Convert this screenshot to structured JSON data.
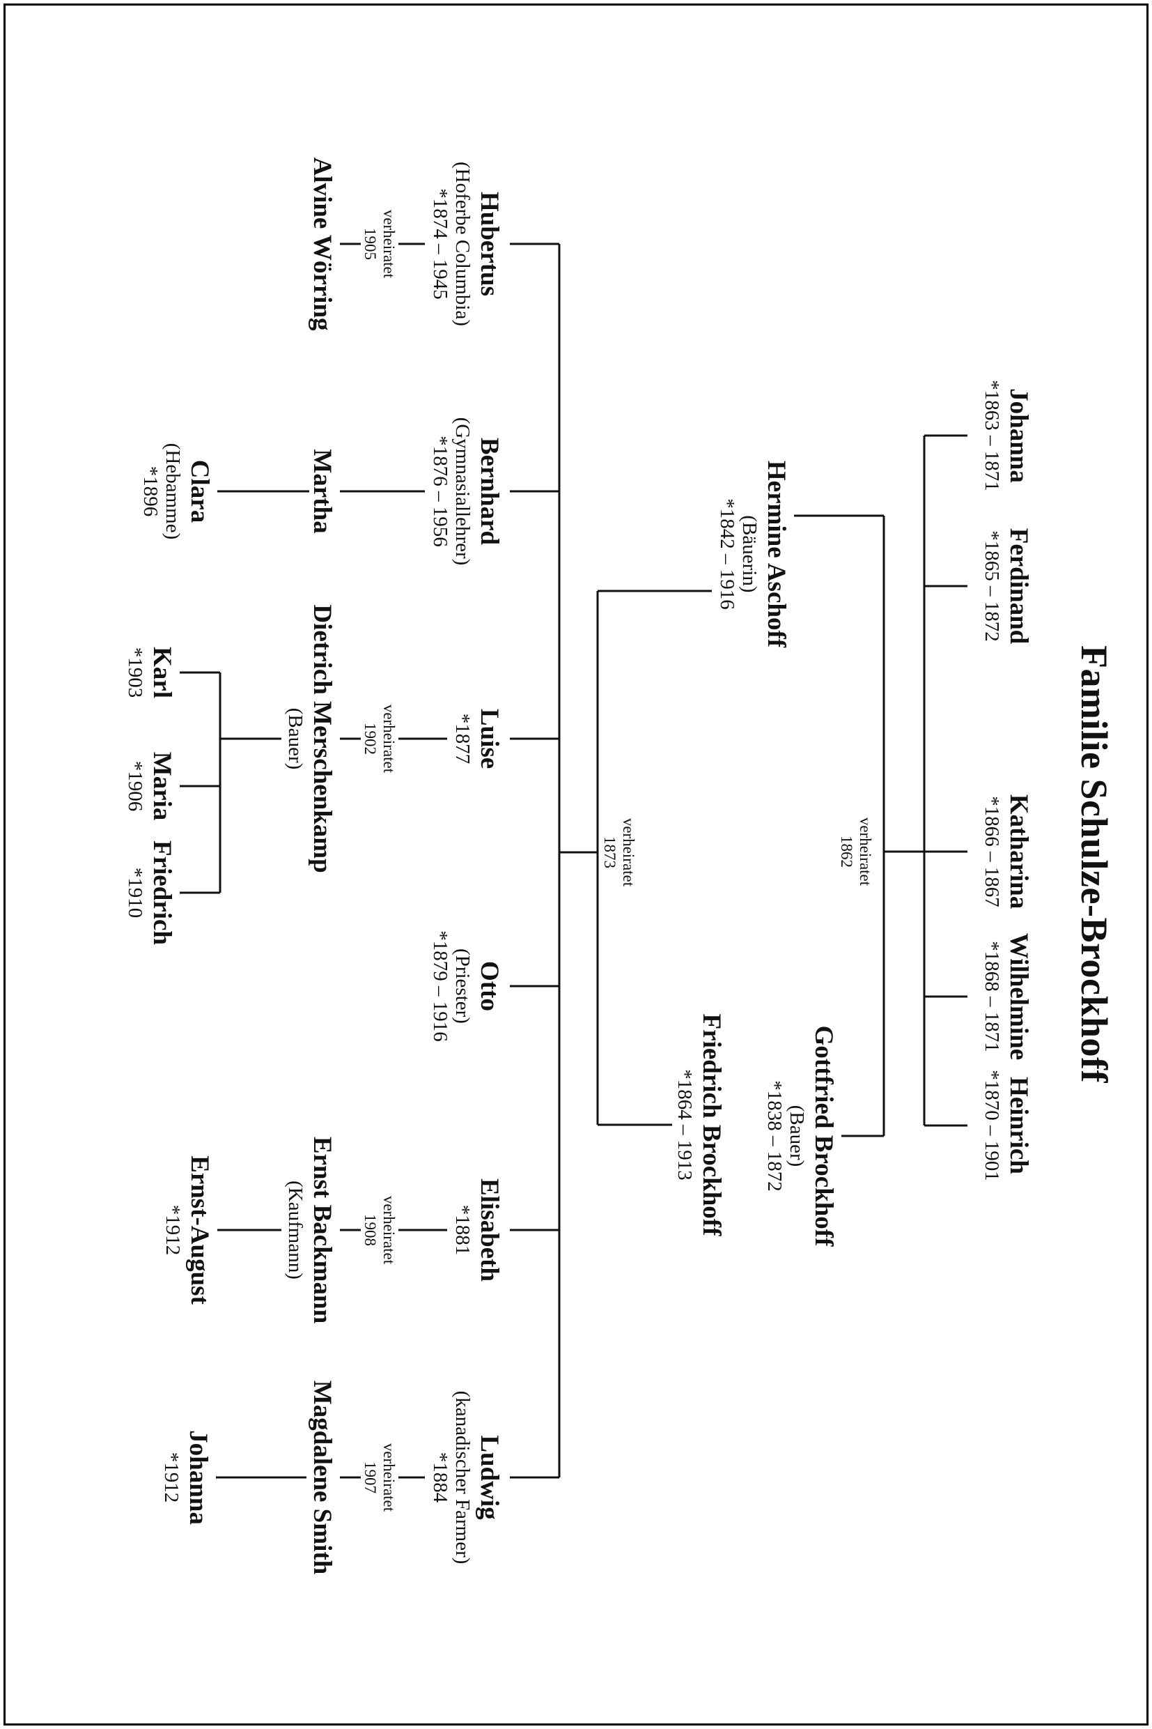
{
  "title": "Familie Schulze-Brockhoff",
  "colors": {
    "ink": "#111111",
    "background": "#ffffff"
  },
  "root_couple_first_marriage": {
    "wife": {
      "name": "Hermine Aschoff",
      "role": "(Bäuerin)",
      "dates": "*1842 – 1916"
    },
    "husband": {
      "name": "Gottfried Brockhoff",
      "role": "(Bauer)",
      "dates": "*1838 – 1872"
    },
    "marriage": {
      "label": "verheiratet",
      "year": "1862"
    }
  },
  "second_marriage": {
    "husband": {
      "name": "Friedrich Brockhoff",
      "dates": "*1864 – 1913"
    },
    "marriage": {
      "label": "verheiratet",
      "year": "1873"
    }
  },
  "children_first_marriage": [
    {
      "name": "Johanna",
      "dates": "*1863 – 1871"
    },
    {
      "name": "Ferdinand",
      "dates": "*1865 – 1872"
    },
    {
      "name": "Katharina",
      "dates": "*1866 – 1867"
    },
    {
      "name": "Wilhelmine",
      "dates": "*1868 – 1871"
    },
    {
      "name": "Heinrich",
      "dates": "*1870 – 1901"
    }
  ],
  "children_second_marriage": [
    {
      "name": "Hubertus",
      "role": "(Hoferbe Columbia)",
      "dates": "*1874 – 1945"
    },
    {
      "name": "Bernhard",
      "role": "(Gymnasiallehrer)",
      "dates": "*1876 – 1956"
    },
    {
      "name": "Luise",
      "dates": "*1877"
    },
    {
      "name": "Otto",
      "role": "(Priester)",
      "dates": "*1879 – 1916"
    },
    {
      "name": "Elisabeth",
      "dates": "*1881"
    },
    {
      "name": "Ludwig",
      "role": "(kanadischer Farmer)",
      "dates": "*1884"
    }
  ],
  "spouses": {
    "alvine": {
      "name": "Alvine Wörring"
    },
    "martha": {
      "name": "Martha"
    },
    "dietrich": {
      "name": "Dietrich Merschenkamp",
      "role": "(Bauer)"
    },
    "ernst": {
      "name": "Ernst Backmann",
      "role": "(Kaufmann)"
    },
    "magdalene": {
      "name": "Magdalene Smith"
    }
  },
  "marriages": {
    "hubertus": {
      "label": "verheiratet",
      "year": "1905"
    },
    "luise": {
      "label": "verheiratet",
      "year": "1902"
    },
    "elisabeth": {
      "label": "verheiratet",
      "year": "1908"
    },
    "ludwig": {
      "label": "verheiratet",
      "year": "1907"
    }
  },
  "grandchildren": {
    "clara": {
      "name": "Clara",
      "role": "(Hebamme)",
      "dates": "*1896"
    },
    "karl": {
      "name": "Karl",
      "dates": "*1903"
    },
    "maria": {
      "name": "Maria",
      "dates": "*1906"
    },
    "friedrich": {
      "name": "Friedrich",
      "dates": "*1910"
    },
    "ernst_august": {
      "name": "Ernst-August",
      "dates": "*1912"
    },
    "johanna": {
      "name": "Johanna",
      "dates": "*1912"
    }
  }
}
